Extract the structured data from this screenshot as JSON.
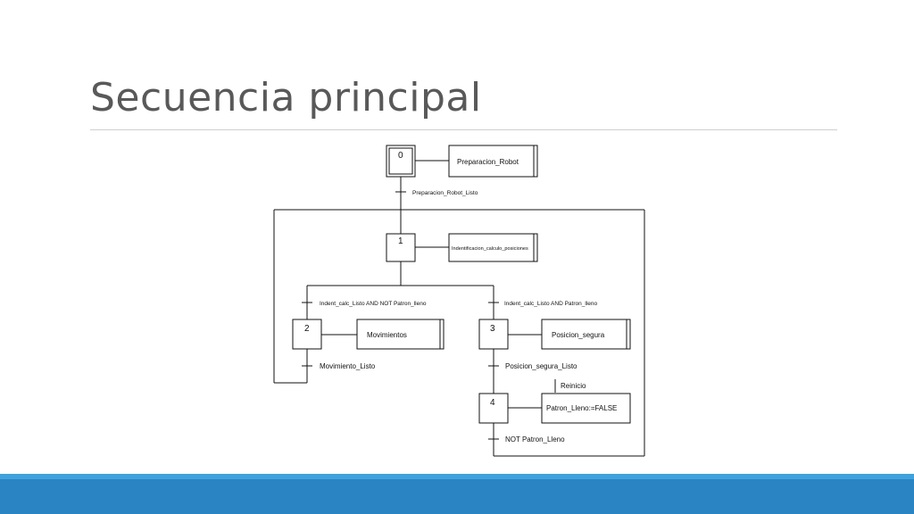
{
  "slide": {
    "title": "Secuencia principal"
  },
  "grafcet": {
    "steps": [
      {
        "id": "step-0",
        "number": "0",
        "initial": true
      },
      {
        "id": "step-1",
        "number": "1",
        "initial": false
      },
      {
        "id": "step-2",
        "number": "2",
        "initial": false
      },
      {
        "id": "step-3",
        "number": "3",
        "initial": false
      },
      {
        "id": "step-4",
        "number": "4",
        "initial": false
      }
    ],
    "actions": [
      {
        "step": "0",
        "label": "Preparacion_Robot"
      },
      {
        "step": "1",
        "label": "Indentificacion_calculo_posiciones"
      },
      {
        "step": "2",
        "label": "Movimientos"
      },
      {
        "step": "3",
        "label": "Posicion_segura"
      },
      {
        "step": "4",
        "label": "Patron_Lleno:=FALSE",
        "qualifier": "Reinicio"
      }
    ],
    "transitions": [
      {
        "from": "0",
        "to": "1",
        "condition": "Preparacion_Robot_Listo"
      },
      {
        "from": "1",
        "to": "2",
        "condition": "Indent_calc_Listo AND NOT Patron_lleno"
      },
      {
        "from": "1",
        "to": "3",
        "condition": "Indent_calc_Listo AND Patron_lleno"
      },
      {
        "from": "2",
        "to": "1",
        "condition": "Movimiento_Listo"
      },
      {
        "from": "3",
        "to": "4",
        "condition": "Posicion_segura_Listo"
      },
      {
        "from": "4",
        "to": "1",
        "condition": "NOT Patron_Lleno"
      }
    ]
  },
  "colors": {
    "title_text": "#595959",
    "footer_bar": "#2a84c4",
    "footer_accent": "#3fa3dc",
    "diagram_lines": "#111111"
  }
}
